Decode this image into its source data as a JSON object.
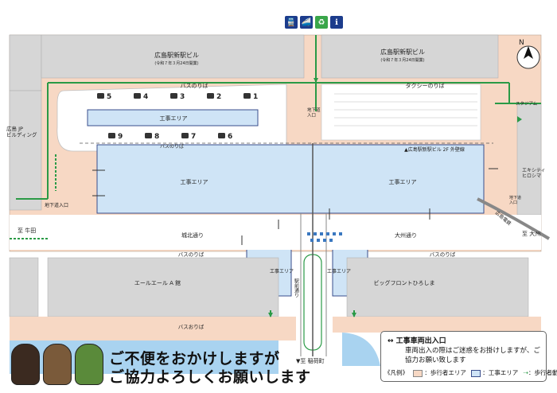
{
  "colors": {
    "pedestrian_area": "#f7d8c4",
    "construction_area": "#cfe4f6",
    "construction_outline": "#3a4e8c",
    "walk_route": "#2a9a46",
    "bus_bay": "#ffffff",
    "road": "#ffffff",
    "block": "#d6d6d6",
    "water": "#a9d3f0"
  },
  "top_icons": [
    {
      "name": "train-icon",
      "color": "#1c3c8c",
      "glyph": "🚆"
    },
    {
      "name": "shinkansen-icon",
      "color": "#1c3c8c",
      "glyph": "🚄"
    },
    {
      "name": "eki-icon",
      "color": "#3aa64a",
      "glyph": "♻"
    },
    {
      "name": "info-icon",
      "color": "#1c3c8c",
      "glyph": "ℹ"
    }
  ],
  "compass_label": "N",
  "buildings": {
    "left_new_building": {
      "name": "広島駅新駅ビル",
      "sub": "(令和７年３月24日開業)"
    },
    "right_new_building": {
      "name": "広島駅新駅ビル",
      "sub": "(令和７年３月24日開業)"
    },
    "jp_building": "広島 JP\nビルディング",
    "ekichika": "エキシティ\nヒロシマ",
    "aleale": "エールエール A 館",
    "bigfront": "ビッグフロントひろしま"
  },
  "labels": {
    "bus_noriba_top": "バスのりば",
    "bus_noriba_bottom": "バスのりば",
    "bus_noriba_right": "バスのりば",
    "bus_noriba_left": "バスのりば",
    "bus_oriba": "バスおりば",
    "taxi_noriba": "タクシーのりば",
    "outer_wall": "▲広島駅新駅ビル 2F 外壁線",
    "construction_area_1": "工事エリア",
    "construction_area_2": "工事エリア",
    "construction_area_3": "工事エリア",
    "construction_area_4": "工事エリア",
    "construction_area_5": "工事エリア",
    "chika_entrance_1": "地下道\n入口",
    "chika_entrance_2": "地下道入口",
    "chika_entrance_3": "地下道\n入口",
    "ujina_street": "城北通り",
    "daishu_street": "大州通り",
    "ekimae_street": "駅前通り",
    "to_ushita": "至 牛田",
    "to_daishu": "至 大州",
    "to_inaricho": "▼至 稲荷町",
    "railway": "広島電鉄",
    "tram_station": "スタジアム"
  },
  "bus_stops": {
    "top_row": [
      "5",
      "4",
      "3",
      "2",
      "1"
    ],
    "lower_row": [
      "9",
      "8",
      "7",
      "6"
    ]
  },
  "message": {
    "line1": "ご不便をおかけしますが",
    "line2": "ご協力よろしくお願いします"
  },
  "legend": {
    "title": "↔ 工事車両出入口",
    "note": "車両出入の際はご迷惑をお掛けしますが、ご協力お願い致します",
    "example": "《凡例》",
    "pedestrian": "：歩行者エリア",
    "construction": "：工事エリア",
    "route": "：歩行者動線"
  }
}
